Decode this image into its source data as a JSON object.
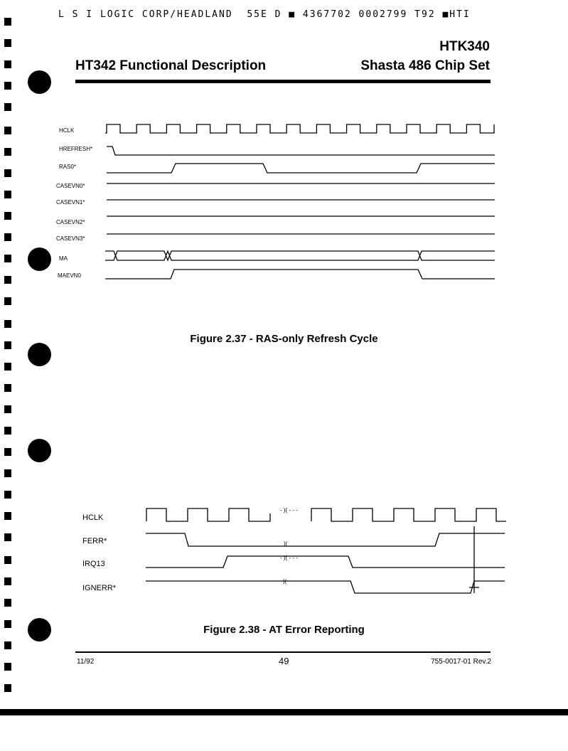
{
  "header": {
    "stamp": "L S I LOGIC CORP/HEADLAND  55E D ■ 4367702 0002799 T92 ■HTI",
    "part_number": "HTK340",
    "section_title": "HT342 Functional Description",
    "chipset": "Shasta 486 Chip Set"
  },
  "figure1": {
    "signals": [
      "HCLK",
      "HREFRESH*",
      "RAS0*",
      "CASEVN0*",
      "CASEVN1*",
      "CASEVN2*",
      "CASEVN3*",
      "MA",
      "MAEVN0"
    ],
    "caption": "Figure 2.37 - RAS-only Refresh Cycle"
  },
  "figure2": {
    "signals": [
      "HCLK",
      "FERR*",
      "IRQ13",
      "IGNERR*"
    ],
    "caption": "Figure 2.38 - AT Error Reporting"
  },
  "footer": {
    "date": "11/92",
    "page": "49",
    "doc_number": "755-0017-01 Rev.2"
  }
}
